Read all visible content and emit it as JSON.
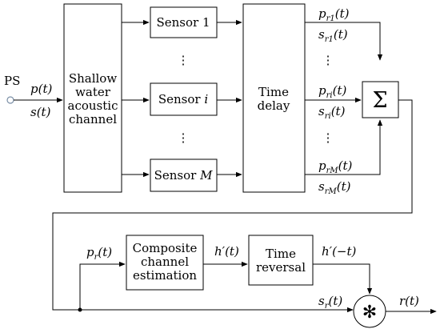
{
  "source_label": "PS",
  "input_signals": {
    "p": "p(t)",
    "s": "s(t)"
  },
  "channel_box": {
    "line1": "Shallow",
    "line2": "water",
    "line3": "acoustic",
    "line4": "channel"
  },
  "sensors": {
    "sensor1": {
      "name": "Sensor",
      "index": "1"
    },
    "sensori": {
      "name": "Sensor",
      "index": "i"
    },
    "sensorM": {
      "name": "Sensor",
      "index": "M"
    },
    "dots": "⋮"
  },
  "time_delay_box": {
    "line1": "Time",
    "line2": "delay"
  },
  "delay_outputs": [
    {
      "p_main": "p",
      "p_sub": "r1",
      "p_arg": "(t)",
      "s_main": "s",
      "s_sub": "r1",
      "s_arg": "(t)"
    },
    {
      "p_main": "p",
      "p_sub": "ri",
      "p_arg": "(t)",
      "s_main": "s",
      "s_sub": "ri",
      "s_arg": "(t)"
    },
    {
      "p_main": "p",
      "p_sub": "rM",
      "p_arg": "(t)",
      "s_main": "s",
      "s_sub": "rM",
      "s_arg": "(t)"
    }
  ],
  "sum_symbol": "Σ",
  "pr_label": {
    "main": "p",
    "sub": "r",
    "arg": "(t)"
  },
  "estimation_box": {
    "line1": "Composite",
    "line2": "channel",
    "line3": "estimation"
  },
  "h_label": "h′(t)",
  "reversal_box": {
    "line1": "Time",
    "line2": "reversal"
  },
  "h_rev_label": "h′(−t)",
  "sr_label": {
    "main": "s",
    "sub": "r",
    "arg": "(t)"
  },
  "conv_symbol": "✻",
  "output_label": "r(t)"
}
